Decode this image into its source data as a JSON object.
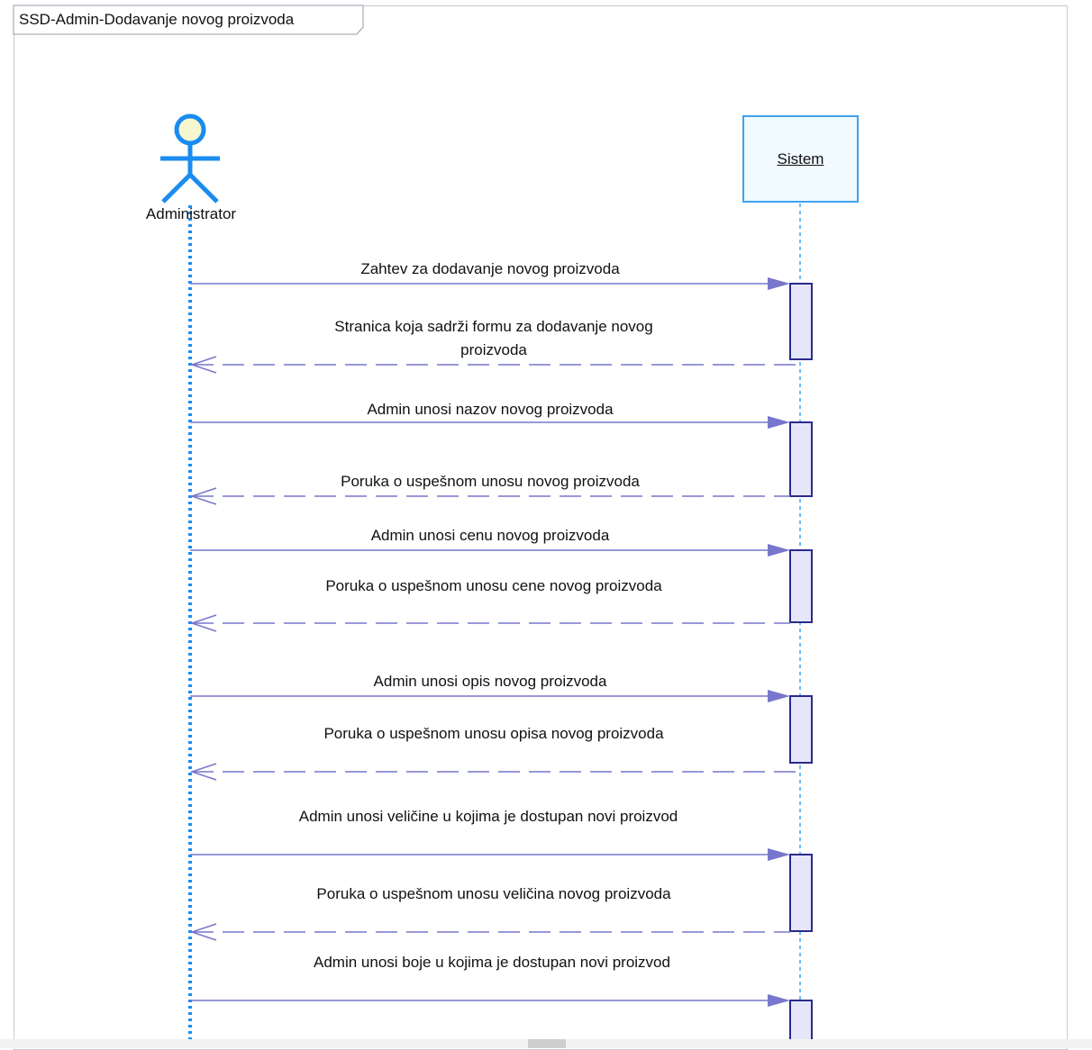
{
  "diagram": {
    "frame_title": "SSD-Admin-Dodavanje novog proizvoda",
    "actor": {
      "name": "Administrator"
    },
    "lifeline": {
      "name": "Sistem"
    },
    "messages": [
      {
        "type": "call",
        "text": "Zahtev za dodavanje novog proizvoda"
      },
      {
        "type": "return",
        "text": "Stranica koja sadrži formu za dodavanje novog proizvoda"
      },
      {
        "type": "call",
        "text": "Admin unosi nazov novog proizvoda"
      },
      {
        "type": "return",
        "text": "Poruka o uspešnom unosu novog proizvoda"
      },
      {
        "type": "call",
        "text": "Admin unosi cenu novog proizvoda"
      },
      {
        "type": "return",
        "text": "Poruka o uspešnom unosu cene novog proizvoda"
      },
      {
        "type": "call",
        "text": "Admin unosi opis novog proizvoda"
      },
      {
        "type": "return",
        "text": "Poruka o uspešnom unosu opisa novog proizvoda"
      },
      {
        "type": "call",
        "text": "Admin unosi veličine u kojima je dostupan novi proizvod"
      },
      {
        "type": "return",
        "text": "Poruka o uspešnom unosu veličina novog proizvoda"
      },
      {
        "type": "call",
        "text": "Admin unosi boje u kojima je dostupan novi proizvod"
      }
    ],
    "colors": {
      "actor": "#1a8cf0",
      "actor_head_fill": "#f7f7cf",
      "lifeline_border": "#3ea4f0",
      "lifeline_fill": "#f0faff",
      "message": "#7777cc",
      "activation_border": "#2a2a8c",
      "activation_fill": "#e6e6fa"
    }
  }
}
